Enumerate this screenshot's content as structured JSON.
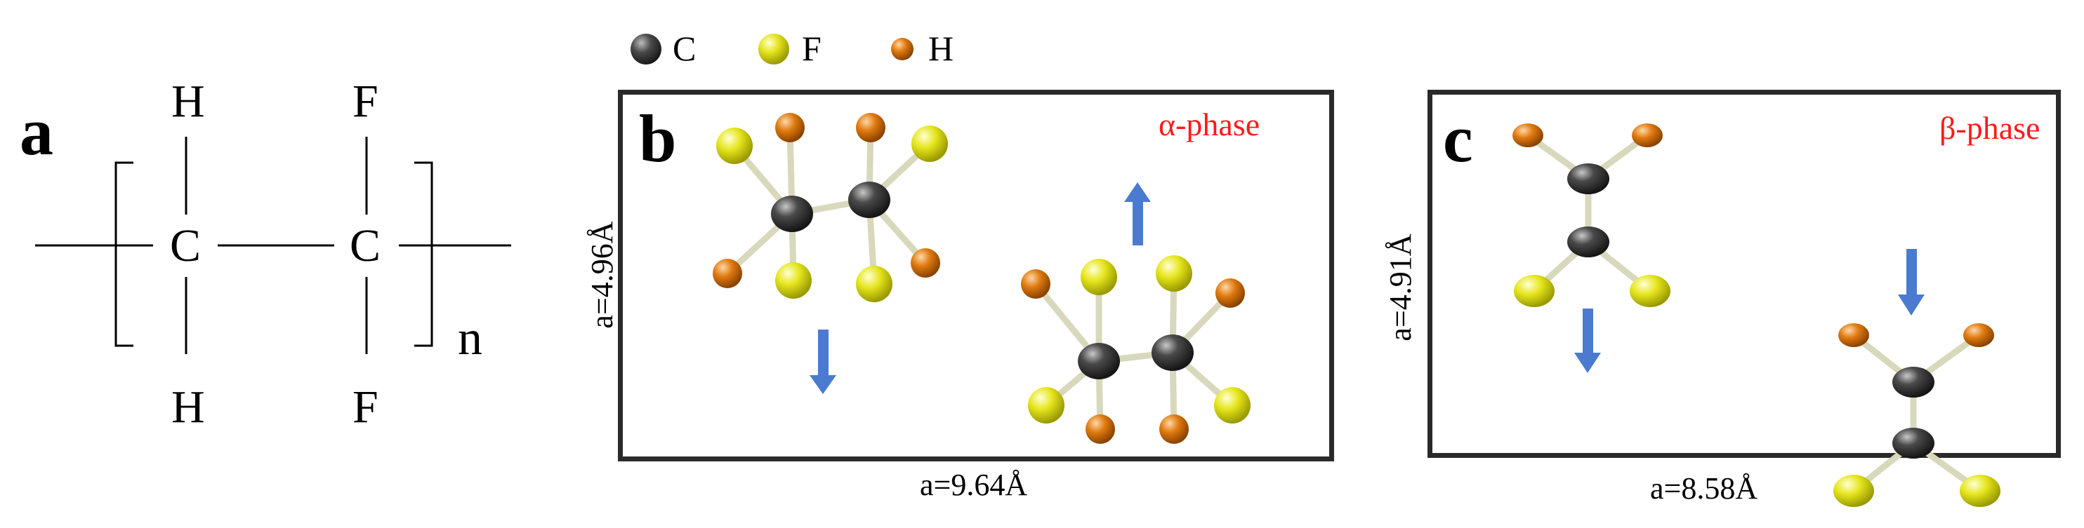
{
  "panel_a": {
    "letter": "a",
    "top_left": "H",
    "top_right": "F",
    "center_left": "C",
    "center_right": "C",
    "bottom_left": "H",
    "bottom_right": "F",
    "subscript": "n"
  },
  "legend": {
    "items": [
      {
        "label": "C",
        "color": "#4a4a4a"
      },
      {
        "label": "F",
        "color": "#e4e41c"
      },
      {
        "label": "H",
        "color": "#e07a10"
      }
    ]
  },
  "panel_b": {
    "letter": "b",
    "phase": "α-phase",
    "width_label": "a=9.64Å",
    "height_label": "a=4.96Å"
  },
  "panel_c": {
    "letter": "c",
    "phase": "β-phase",
    "width_label": "a=8.58Å",
    "height_label": "a=4.91Å"
  },
  "colors": {
    "carbon": "#4a4a4a",
    "fluorine": "#e4e41c",
    "hydrogen": "#e07a10",
    "bond": "#dcdcc0",
    "arrow": "#4a7bd0",
    "phase_text": "#ff1a1a"
  }
}
